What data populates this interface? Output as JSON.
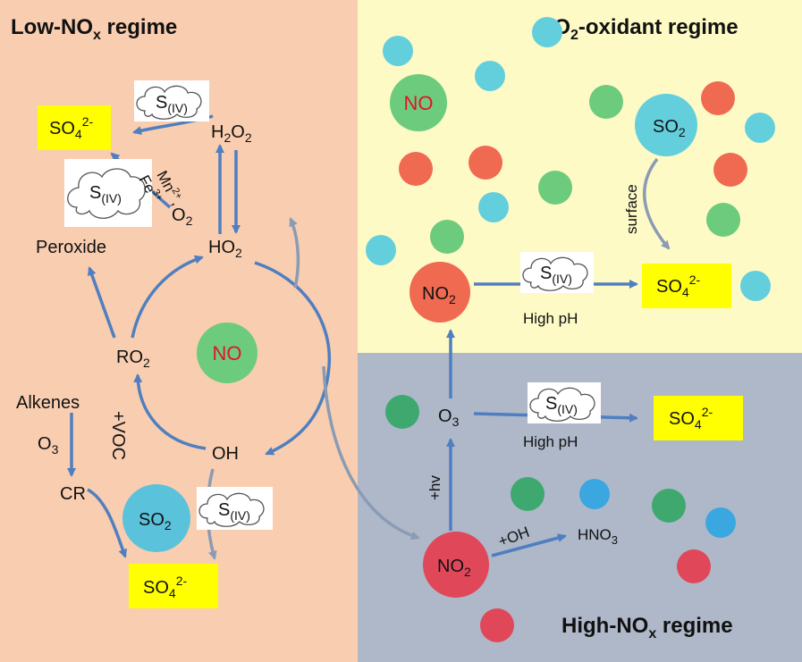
{
  "panels": {
    "low_nox": {
      "title_main": "Low-NO",
      "title_sub": "x",
      "title_tail": " regime",
      "color": "#f9cdb0"
    },
    "no2_oxidant": {
      "title_pre": "NO",
      "title_sub": "2",
      "title_tail": "-oxidant regime",
      "color": "#fdfac6"
    },
    "high_nox": {
      "title_main": "High-NO",
      "title_sub": "x",
      "title_tail": " regime",
      "color": "#aeb8c9"
    }
  },
  "species": {
    "so4": {
      "base": "SO",
      "sub": "4",
      "sup": "2-"
    },
    "siv": {
      "base": "S",
      "sub": "(IV)"
    },
    "h2o2": {
      "a": "H",
      "b": "2",
      "c": "O",
      "d": "2"
    },
    "ho2": {
      "a": "HO",
      "b": "2"
    },
    "o2": {
      "a": "O",
      "b": "2"
    },
    "ro2": {
      "a": "RO",
      "b": "2"
    },
    "o3": {
      "a": "O",
      "b": "3"
    },
    "no2": {
      "a": "NO",
      "b": "2"
    },
    "so2": {
      "a": "SO",
      "b": "2"
    },
    "hno3": {
      "a": "HNO",
      "b": "3"
    },
    "no": "NO",
    "oh": "OH",
    "peroxide": "Peroxide",
    "alkenes": "Alkenes",
    "cr": "CR"
  },
  "labels": {
    "mn": "Mn",
    "mn_sup": "2+",
    "fe": "Fe",
    "fe_sup": "3+",
    "comma": ",",
    "voc": "+VOC",
    "hv": "+hv",
    "plus_oh": "+OH",
    "high_ph_1": "High pH",
    "high_ph_2": "High pH",
    "surface": "surface"
  },
  "colors": {
    "arrow": "#4f7fc0",
    "arrow_gray": "#8a9bb4",
    "green": "#6dcb7d",
    "red": "#f06a52",
    "cyan": "#63cfdc",
    "dark_green": "#3fa86f",
    "dark_red": "#e0485a",
    "blue": "#3aa7e0",
    "so2_fill": "#5bc2dc",
    "yellow_box": "#ffff00",
    "no_text": "#e0142c"
  }
}
